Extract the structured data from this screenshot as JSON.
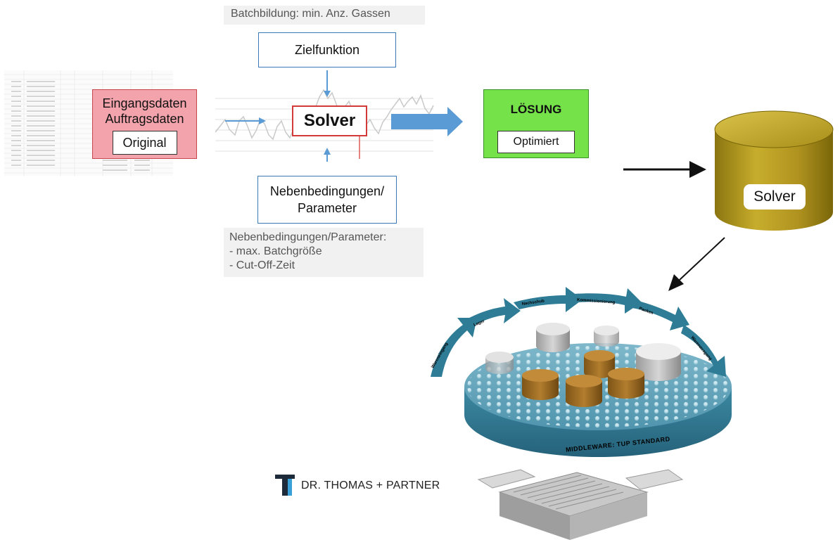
{
  "notes": {
    "top": "Batchbildung: min. Anz. Gassen",
    "bottom_title": "Nebenbedingungen/Parameter:",
    "bottom_items": [
      "- max. Batchgröße",
      "- Cut-Off-Zeit"
    ]
  },
  "boxes": {
    "zielfunktion": "Zielfunktion",
    "nebenbedingungen_line1": "Nebenbedingungen/",
    "nebenbedingungen_line2": "Parameter",
    "eingang_line1": "Eingangsdaten",
    "eingang_line2": "Auftragsdaten",
    "original": "Original",
    "solver_center": "Solver",
    "loesung_title": "LÖSUNG",
    "optimiert": "Optimiert",
    "cylinder_label": "Solver"
  },
  "platform": {
    "middleware_label": "MIDDLEWARE: TUP STANDARD",
    "flow_steps": [
      "Wareneingang",
      "Lager",
      "Nachschub",
      "Kommissionierung",
      "Packen",
      "Warenausgang"
    ]
  },
  "logo": {
    "text": "DR. THOMAS + PARTNER",
    "mark": "T"
  },
  "colors": {
    "pink_fill": "#f3a3ab",
    "green_fill": "#76e24a",
    "solver_border": "#d23a3a",
    "arrow_blue": "#5b9bd5",
    "cylinder_gold": "#b39a1f",
    "platform_teal": "#3d8aa3"
  }
}
